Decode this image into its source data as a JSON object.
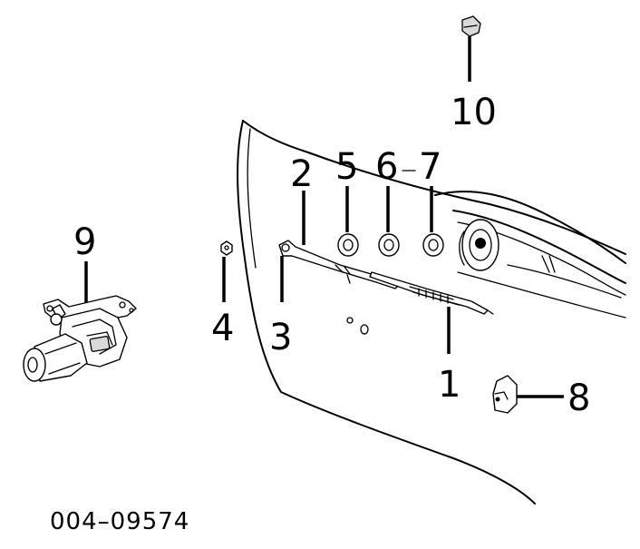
{
  "callouts": {
    "c1": "1",
    "c2": "2",
    "c3": "3",
    "c4": "4",
    "c5": "5",
    "c6": "6",
    "c7": "7",
    "c8": "8",
    "c9": "9",
    "c10": "10"
  },
  "diagram_id": "004–09574"
}
